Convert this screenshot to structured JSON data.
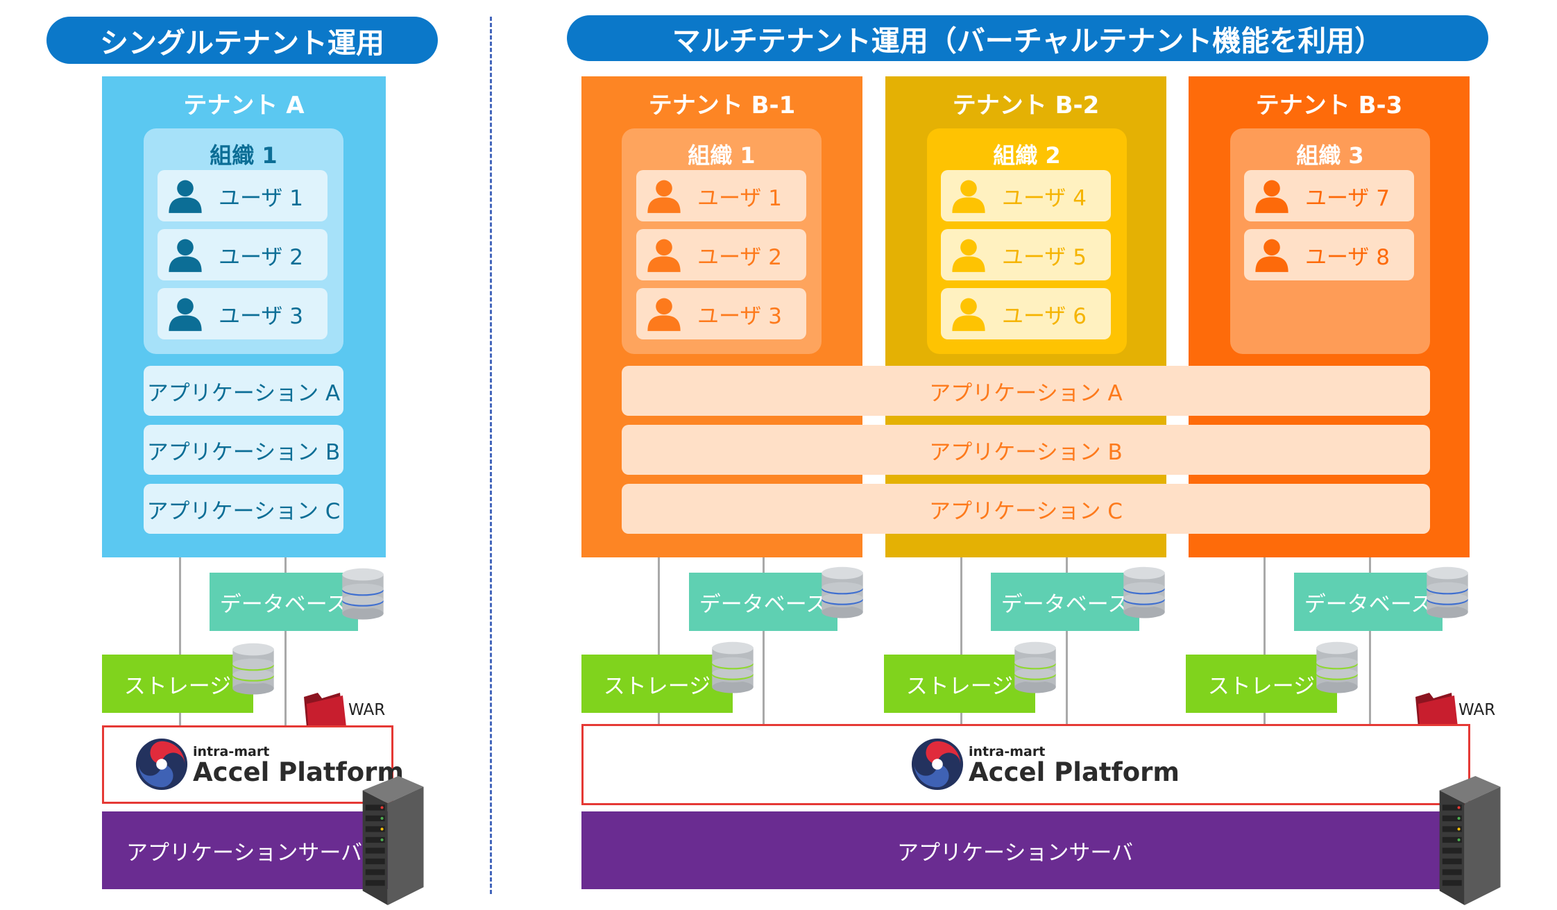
{
  "single": {
    "title": "シングルテナント運用",
    "tenant": "テナント A",
    "org": "組織 1",
    "users": [
      "ユーザ 1",
      "ユーザ 2",
      "ユーザ 3"
    ],
    "apps": [
      "アプリケーション A",
      "アプリケーション B",
      "アプリケーション C"
    ],
    "database": "データベース",
    "storage": "ストレージ",
    "war": "WAR",
    "platform_small": "intra-mart",
    "platform_big": "Accel Platform",
    "server": "アプリケーションサーバ"
  },
  "multi": {
    "title": "マルチテナント運用（バーチャルテナント機能を利用）",
    "tenants": [
      {
        "name": "テナント B-1",
        "org": "組織 1",
        "users": [
          "ユーザ 1",
          "ユーザ 2",
          "ユーザ 3"
        ]
      },
      {
        "name": "テナント B-2",
        "org": "組織 2",
        "users": [
          "ユーザ 4",
          "ユーザ 5",
          "ユーザ 6"
        ]
      },
      {
        "name": "テナント B-3",
        "org": "組織 3",
        "users": [
          "ユーザ 7",
          "ユーザ 8"
        ]
      }
    ],
    "apps": [
      "アプリケーション A",
      "アプリケーション B",
      "アプリケーション C"
    ],
    "database": "データベース",
    "storage": "ストレージ",
    "war": "WAR",
    "platform_small": "intra-mart",
    "platform_big": "Accel Platform",
    "server": "アプリケーションサーバ"
  },
  "icons": {
    "user": "user-icon",
    "database": "database-icon",
    "storage": "storage-icon",
    "folder": "folder-icon",
    "server": "server-rack-icon",
    "logo": "intra-mart-logo"
  },
  "colors": {
    "title_bg": "#0b78c9",
    "tenant_a": "#5bc8f1",
    "tenant_b1": "#fd8524",
    "tenant_b2": "#e4b104",
    "tenant_b3": "#fe6b0a",
    "database": "#5fd0b2",
    "storage": "#80d31d",
    "server": "#6a2c91",
    "accel_border": "#e53935"
  }
}
